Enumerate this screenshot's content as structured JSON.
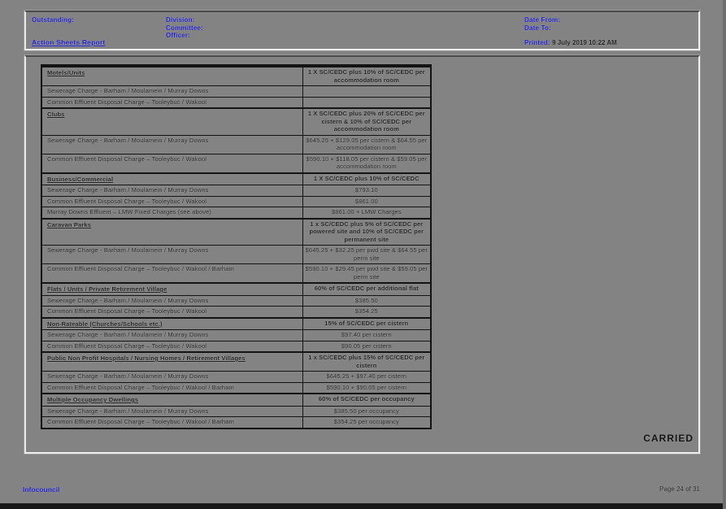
{
  "header": {
    "outstanding_label": "Outstanding:",
    "division_label": "Division:",
    "committee_label": "Committee:",
    "officer_label": "Officer:",
    "date_from_label": "Date From:",
    "date_to_label": "Date To:",
    "report_title": "Action Sheets Report",
    "printed_label": "Printed:",
    "printed_value": "9 July 2019 10:22 AM"
  },
  "table": {
    "rows": [
      {
        "type": "section",
        "label": "Motels/Units",
        "value": "1 X SC/CEDC plus 10% of SC/CEDC per accommodation room"
      },
      {
        "type": "item",
        "label": "Sewerage Charge - Barham / Moulamein / Murray Downs",
        "value": ""
      },
      {
        "type": "item",
        "label": "Common Effluent Disposal Charge – Tooleybuc / Wakool",
        "value": ""
      },
      {
        "type": "section",
        "label": "Clubs",
        "value": "1 X SC/CEDC plus 20% of SC/CEDC per cistern & 10% of SC/CEDC per accommodation room"
      },
      {
        "type": "item",
        "label": "Sewerage Charge - Barham / Moulamein / Murray Downs",
        "value": "$645.25 + $129.05 per cistern & $64.55 per accommodation room"
      },
      {
        "type": "item",
        "label": "Common Effluent Disposal Charge – Tooleybuc / Wakool",
        "value": "$590.10 + $118.05 per cistern & $59.05 per accommodation room"
      },
      {
        "type": "section",
        "label": "Business/Commercial",
        "value": "1 X SC/CEDC plus 10% of SC/CEDC"
      },
      {
        "type": "item",
        "label": "Sewerage Charge - Barham / Moulamein / Murray Downs",
        "value": "$793.10"
      },
      {
        "type": "item",
        "label": "Common Effluent Disposal Charge – Tooleybuc / Wakool",
        "value": "$861.00"
      },
      {
        "type": "item",
        "label": "Murray Downs Effluent – LMW Fixed Charges (see above)",
        "value": "$861.00 + LMW Charges"
      },
      {
        "type": "section",
        "label": "Caravan Parks",
        "value": "1 x SC/CEDC plus 5% of SC/CEDC per powered site and 10% of SC/CEDC per permanent site"
      },
      {
        "type": "item",
        "label": "Sewerage Charge - Barham / Moulamein / Murray Downs",
        "value": "$645.25 + $32.25 per pwd site & $64.55 per perm site"
      },
      {
        "type": "item",
        "label": "Common Effluent Disposal Charge – Tooleybuc / Wakool / Barham",
        "value": "$590.10 + $29.45 per pwd site & $59.05 per perm site"
      },
      {
        "type": "section",
        "label": "Flats / Units / Private Retirement Village",
        "value": "60% of SC/CEDC per additional flat"
      },
      {
        "type": "item",
        "label": "Sewerage Charge - Barham / Moulamein / Murray Downs",
        "value": "$385.50"
      },
      {
        "type": "item",
        "label": "Common Effluent Disposal Charge – Tooleybuc / Wakool",
        "value": "$354.25"
      },
      {
        "type": "section",
        "label": "Non-Rateable (Churches/Schools etc.)",
        "value": "15% of SC/CEDC per cistern"
      },
      {
        "type": "item",
        "label": "Sewerage Charge - Barham / Moulamein / Murray Downs",
        "value": "$97.40 per cistern"
      },
      {
        "type": "item",
        "label": "Common Effluent Disposal Charge – Tooleybuc / Wakool",
        "value": "$90.05 per cistern"
      },
      {
        "type": "section",
        "label": "Public Non Profit Hospitals / Nursing Homes / Retirement Villages",
        "value": "1 x SC/CEDC plus 15% of SC/CEDC per cistern"
      },
      {
        "type": "item",
        "label": "Sewerage Charge - Barham / Moulamein / Murray Downs",
        "value": "$645.25 + $97.40 per cistern"
      },
      {
        "type": "item",
        "label": "Common Effluent Disposal Charge – Tooleybuc / Wakool / Barham",
        "value": "$590.10 + $90.05 per cistern"
      },
      {
        "type": "section",
        "label": "Multiple Occupancy Dwellings",
        "value": "60% of SC/CEDC per occupancy"
      },
      {
        "type": "item",
        "label": "Sewerage Charge - Barham / Moulamein / Murray Downs",
        "value": "$385.50 per occupancy"
      },
      {
        "type": "item",
        "label": "Common Effluent Disposal Charge – Tooleybuc / Wakool / Barham",
        "value": "$354.25 per occupancy"
      }
    ]
  },
  "stamp": {
    "carried_label": "CARRIED"
  },
  "footer": {
    "brand": "Infocouncil",
    "page": "Page 24 of 31"
  },
  "colors": {
    "page_background": "#838383",
    "accent_blue": "#1c1ccd",
    "text": "#1f1f1f",
    "table_border": "#141414"
  }
}
